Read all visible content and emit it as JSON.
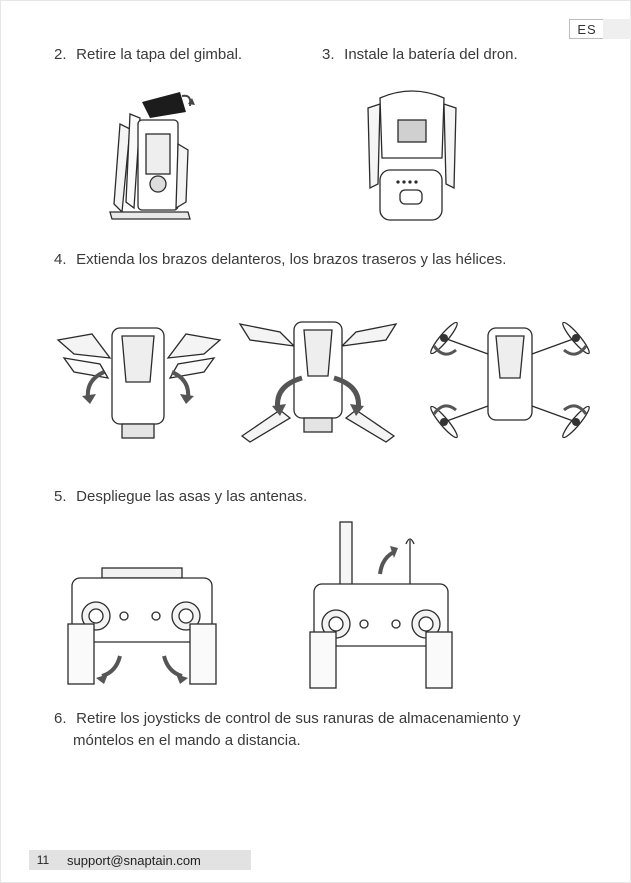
{
  "header": {
    "lang": "ES"
  },
  "steps": [
    {
      "num": "2.",
      "text": "Retire la tapa del gimbal."
    },
    {
      "num": "3.",
      "text": "Instale la batería del dron."
    },
    {
      "num": "4.",
      "text": "Extienda los brazos delanteros, los brazos traseros y las hélices."
    },
    {
      "num": "5.",
      "text": "Despliegue las asas y las antenas."
    },
    {
      "num": "6.",
      "text": "Retire los joysticks de control de sus ranuras de almacenamiento y",
      "text2": "móntelos en el mando a distancia."
    }
  ],
  "footer": {
    "page": "11",
    "email": "support@snaptain.com"
  }
}
